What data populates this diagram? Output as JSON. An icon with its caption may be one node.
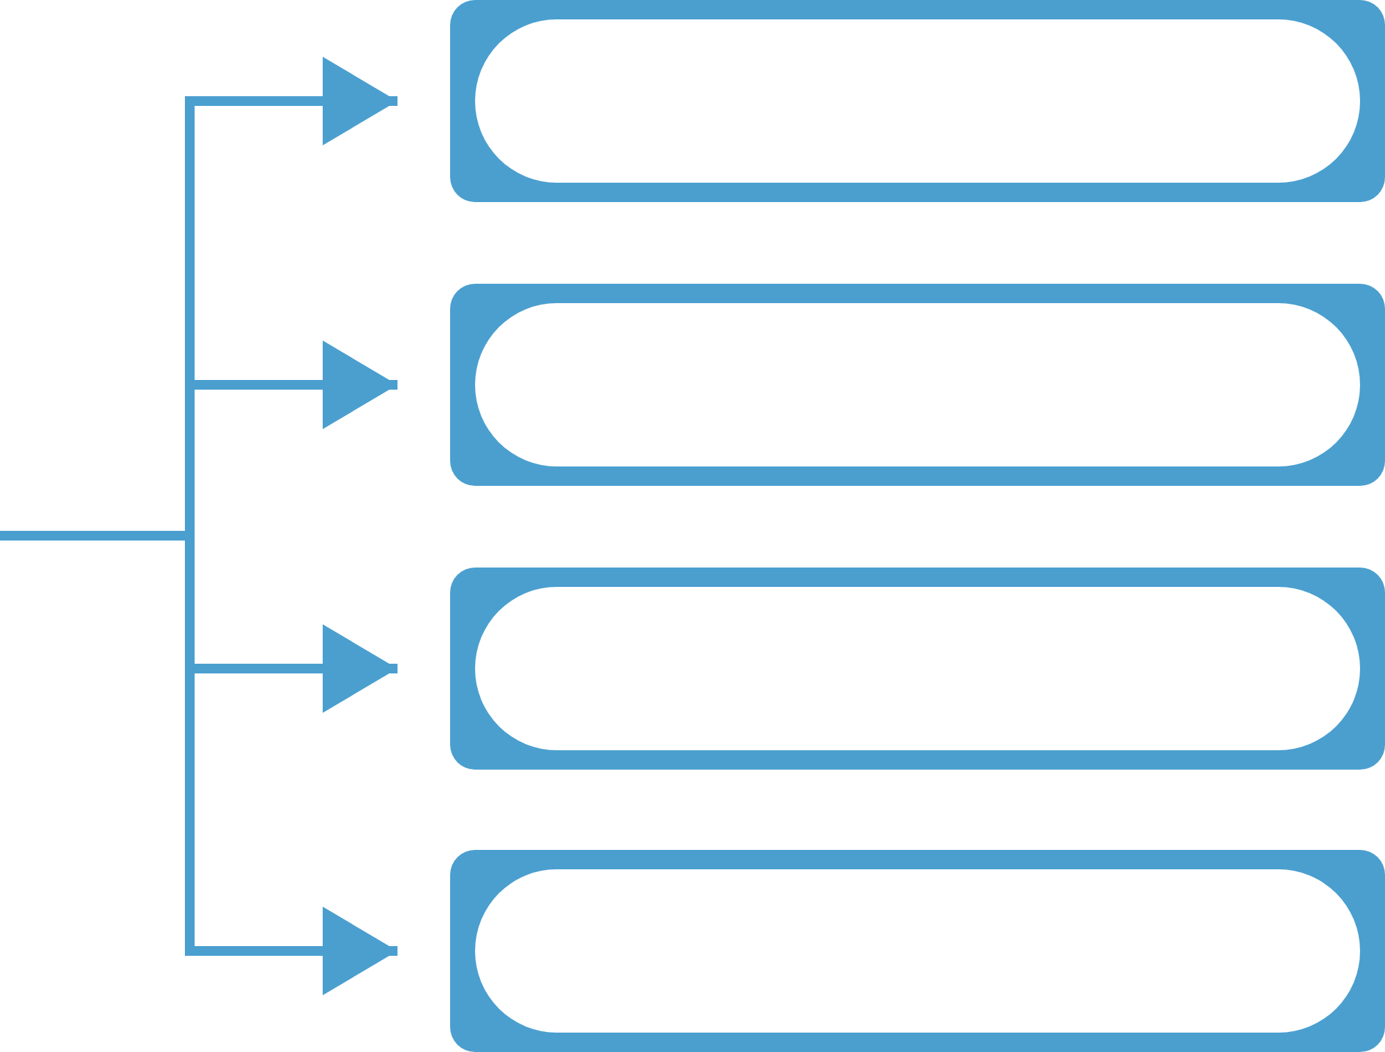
{
  "diagram": {
    "nodes": [
      {
        "text": [],
        "shape": "box"
      },
      {
        "text": [],
        "shape": "box"
      },
      {
        "text": [],
        "shape": "box"
      },
      {
        "text": [],
        "shape": "box"
      }
    ],
    "edges": [
      {
        "from": null,
        "to": 0,
        "arrow": "to"
      },
      {
        "from": null,
        "to": 1,
        "arrow": "to"
      },
      {
        "from": null,
        "to": 2,
        "arrow": "to"
      },
      {
        "from": null,
        "to": 3,
        "arrow": "to"
      }
    ]
  }
}
